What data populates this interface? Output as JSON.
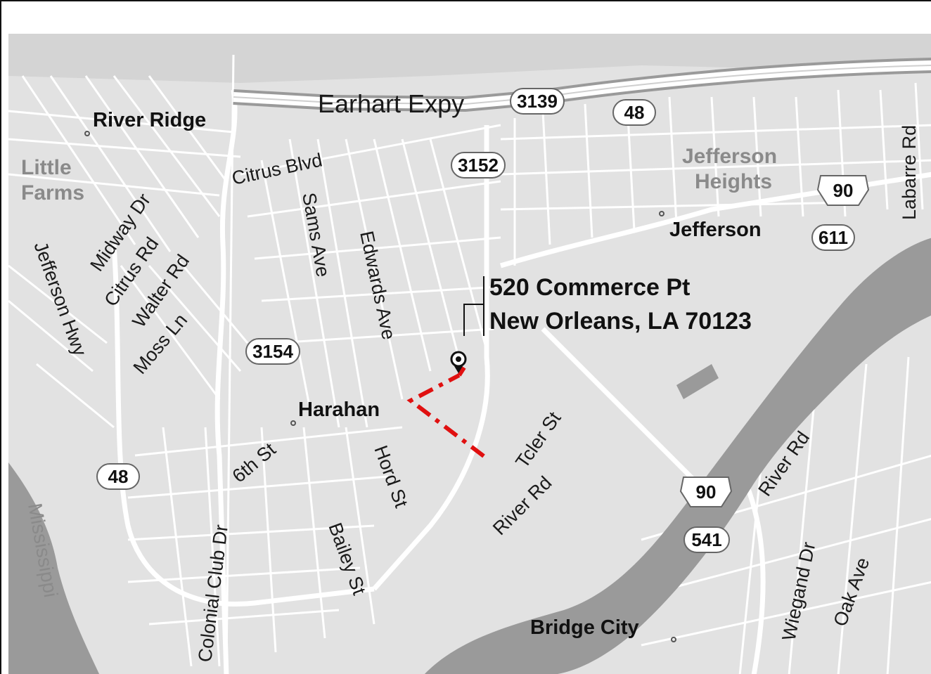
{
  "address": {
    "line1": "520 Commerce Pt",
    "line2": "New Orleans, LA 70123"
  },
  "places": [
    {
      "id": "river-ridge",
      "label": "River Ridge"
    },
    {
      "id": "little",
      "label": "Little"
    },
    {
      "id": "farms",
      "label": "Farms"
    },
    {
      "id": "jefferson-heights-1",
      "label": "Jefferson"
    },
    {
      "id": "jefferson-heights-2",
      "label": "Heights"
    },
    {
      "id": "jefferson",
      "label": "Jefferson"
    },
    {
      "id": "harahan",
      "label": "Harahan"
    },
    {
      "id": "bridge-city",
      "label": "Bridge City"
    },
    {
      "id": "mississippi",
      "label": "Mississippi"
    }
  ],
  "streets": [
    {
      "id": "earhart",
      "label": "Earhart Expy"
    },
    {
      "id": "citrus-blvd",
      "label": "Citrus Blvd"
    },
    {
      "id": "sams",
      "label": "Sams Ave"
    },
    {
      "id": "edwards",
      "label": "Edwards Ave"
    },
    {
      "id": "midway",
      "label": "Midway Dr"
    },
    {
      "id": "citrus-rd",
      "label": "Citrus Rd"
    },
    {
      "id": "walter",
      "label": "Walter Rd"
    },
    {
      "id": "moss",
      "label": "Moss Ln"
    },
    {
      "id": "jefferson-hwy",
      "label": "Jefferson Hwy"
    },
    {
      "id": "labarre",
      "label": "Labarre Rd"
    },
    {
      "id": "tcler",
      "label": "Tcler St"
    },
    {
      "id": "river-rd-1",
      "label": "River Rd"
    },
    {
      "id": "river-rd-2",
      "label": "River Rd"
    },
    {
      "id": "hord",
      "label": "Hord St"
    },
    {
      "id": "sixth",
      "label": "6th St"
    },
    {
      "id": "colonial",
      "label": "Colonial Club Dr"
    },
    {
      "id": "bailey",
      "label": "Bailey St"
    },
    {
      "id": "wiegand",
      "label": "Wiegand Dr"
    },
    {
      "id": "oak",
      "label": "Oak Ave"
    }
  ],
  "shields": [
    {
      "id": "3139",
      "label": "3139"
    },
    {
      "id": "48a",
      "label": "48"
    },
    {
      "id": "3152",
      "label": "3152"
    },
    {
      "id": "90a",
      "label": "90"
    },
    {
      "id": "611",
      "label": "611"
    },
    {
      "id": "3154",
      "label": "3154"
    },
    {
      "id": "48b",
      "label": "48"
    },
    {
      "id": "90b",
      "label": "90"
    },
    {
      "id": "541",
      "label": "541"
    }
  ],
  "colors": {
    "land": "#e2e2e2",
    "water": "#9a9a9a",
    "street": "#ffffff",
    "route": "#e01010",
    "text": "#111111"
  },
  "marker_icon": "location-pin-icon"
}
